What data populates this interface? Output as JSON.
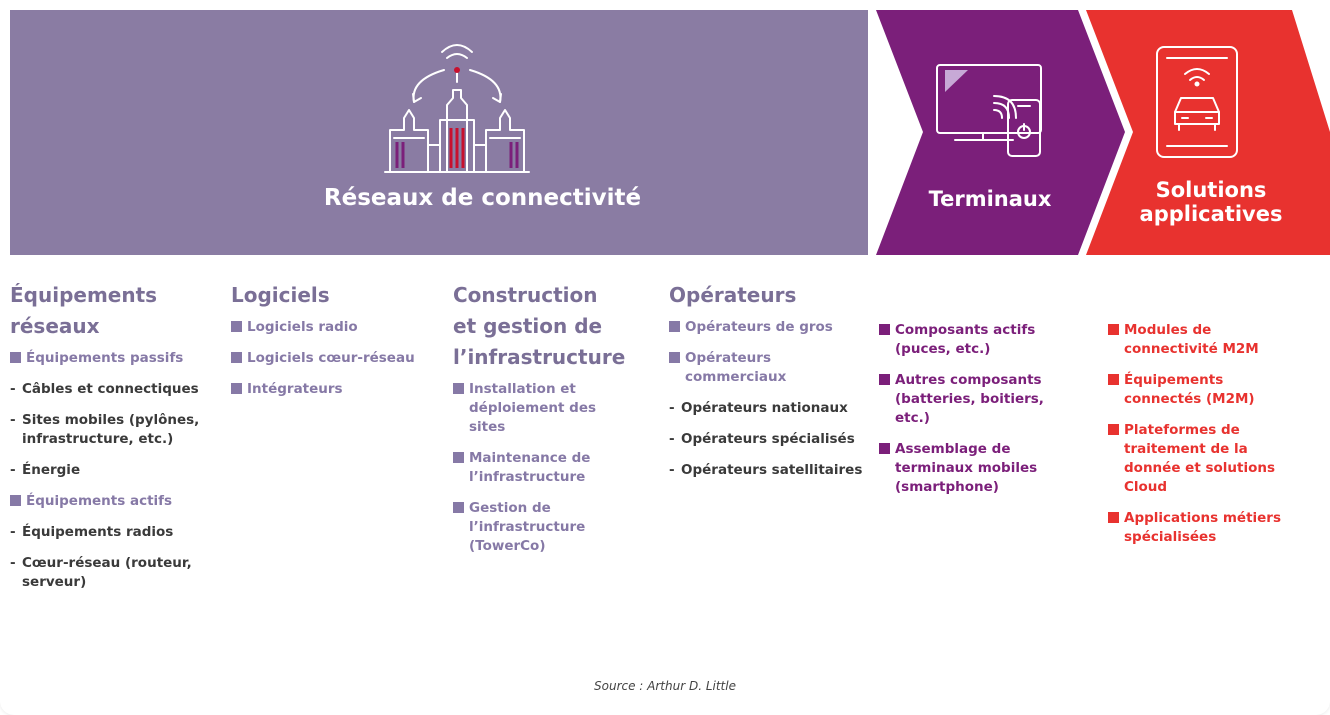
{
  "colors": {
    "reseaux_bg": "#8a7ca3",
    "terminaux_bg": "#7b1f7a",
    "solutions_bg": "#e8322f",
    "heading_grey": "#7a6f96",
    "item_grey": "#8679a6",
    "item_dark": "#3a3a3a"
  },
  "banner": {
    "reseaux": {
      "title": "Réseaux de connectivité",
      "icon": "city-towers-antenna-icon"
    },
    "terminaux": {
      "title": "Terminaux",
      "icon": "monitor-smartphone-icon"
    },
    "solutions": {
      "title_line1": "Solutions",
      "title_line2": "applicatives",
      "icon": "tablet-connected-car-icon"
    }
  },
  "columns": {
    "equipements": {
      "title_line1": "Équipements",
      "title_line2": "réseaux",
      "items": [
        "Équipements passifs",
        "Câbles et connectiques",
        "Sites mobiles (pylônes, infrastructure, etc.)",
        "Énergie",
        "Équipements actifs",
        "Équipements radios",
        "Cœur-réseau (routeur, serveur)"
      ]
    },
    "logiciels": {
      "title": "Logiciels",
      "items": [
        "Logiciels radio",
        "Logiciels cœur-réseau",
        "Intégrateurs"
      ]
    },
    "construction": {
      "title_line1": "Construction",
      "title_line2": "et gestion de",
      "title_line3": "l’infrastructure",
      "items": [
        "Installation et déploiement des sites",
        "Maintenance de l’infrastructure",
        "Gestion de l’infrastructure (TowerCo)"
      ]
    },
    "operateurs": {
      "title": "Opérateurs",
      "items": [
        "Opérateurs de gros",
        "Opérateurs commerciaux",
        "Opérateurs nationaux",
        "Opérateurs spécialisés",
        "Opérateurs satellitaires"
      ]
    },
    "terminaux": {
      "items": [
        "Composants actifs (puces, etc.)",
        "Autres composants (batteries, boitiers, etc.)",
        "Assemblage de terminaux mobiles (smartphone)"
      ]
    },
    "solutions": {
      "items": [
        "Modules de connectivité M2M",
        "Équipements connectés (M2M)",
        "Plateformes de traitement de la donnée et solutions Cloud",
        "Applications métiers spécialisées"
      ]
    }
  },
  "source": "Source : Arthur D. Little"
}
